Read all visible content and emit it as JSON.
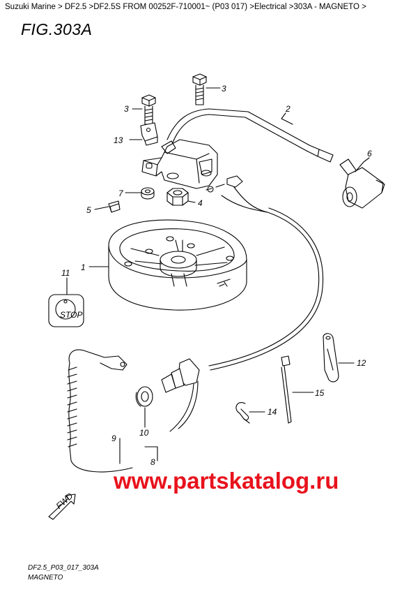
{
  "breadcrumb": "Suzuki Marine > DF2.5 >DF2.5S FROM 00252F-710001~ (P03 017) >Electrical >303A - MAGNETO >",
  "figure": {
    "title": "FIG.303A",
    "code": "DF2.5_P03_017_303A",
    "name": "MAGNETO"
  },
  "stop_button_text": "STOP",
  "fwd_text": "FWD",
  "watermark": "www.partskatalog.ru",
  "colors": {
    "line": "#000000",
    "watermark": "#e8121c",
    "paper": "#ffffff"
  },
  "callouts": {
    "c1": "1",
    "c2": "2",
    "c3a": "3",
    "c3b": "3",
    "c4": "4",
    "c5": "5",
    "c6": "6",
    "c7": "7",
    "c8": "8",
    "c9": "9",
    "c10": "10",
    "c11": "11",
    "c12": "12",
    "c13": "13",
    "c14": "14",
    "c15": "15"
  }
}
